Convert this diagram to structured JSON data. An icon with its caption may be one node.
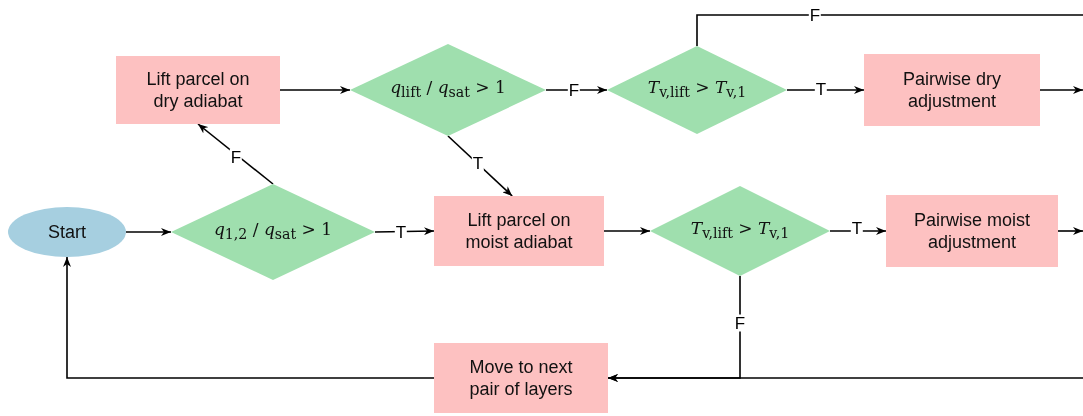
{
  "diagram": {
    "nodes": [
      {
        "text": [
          "Start"
        ]
      },
      {
        "text": [
          "*q*$_{1,2}$ / *q*$_{sat}$ > 1"
        ]
      },
      {
        "text": [
          "Lift parcel on dry adiabat"
        ]
      },
      {
        "text": [
          "*q*$_{lift}$ / *q*$_{sat}$ > 1"
        ]
      },
      {
        "text": [
          "*T*$_{v,lift}$ > *T*$_{v,1}$"
        ]
      },
      {
        "text": [
          "Pairwise dry adjustment"
        ]
      },
      {
        "text": [
          "Lift parcel on moist adiabat"
        ]
      },
      {
        "text": [
          "*T*$_{v,lift}$ > *T*$_{v,1}$"
        ]
      },
      {
        "text": [
          "Pairwise moist adjustment"
        ]
      },
      {
        "text": [
          "Move to next pair of layers"
        ]
      }
    ],
    "edges": [
      {
        "from": 0,
        "to": 1,
        "arrow": "to"
      },
      {
        "from": 1,
        "to": 6,
        "arrow": "to",
        "label": "T"
      },
      {
        "from": 1,
        "to": 2,
        "arrow": "to",
        "label": "F"
      },
      {
        "from": 2,
        "to": 3,
        "arrow": "to"
      },
      {
        "from": 3,
        "to": 4,
        "arrow": "to",
        "label": "F"
      },
      {
        "from": 3,
        "to": 6,
        "arrow": "to",
        "label": "T"
      },
      {
        "from": 4,
        "to": 5,
        "arrow": "to",
        "label": "T"
      },
      {
        "from": 4,
        "to": null,
        "arrow": "none",
        "label": "F"
      },
      {
        "from": 5,
        "to": null,
        "arrow": "to"
      },
      {
        "from": 6,
        "to": 7,
        "arrow": "to"
      },
      {
        "from": 7,
        "to": 8,
        "arrow": "to",
        "label": "T"
      },
      {
        "from": 8,
        "to": null,
        "arrow": "to"
      },
      {
        "from": 7,
        "to": 9,
        "arrow": "to",
        "label": "F"
      },
      {
        "from": null,
        "to": 9,
        "arrow": "to"
      },
      {
        "from": 9,
        "to": 0,
        "arrow": "to"
      }
    ]
  }
}
